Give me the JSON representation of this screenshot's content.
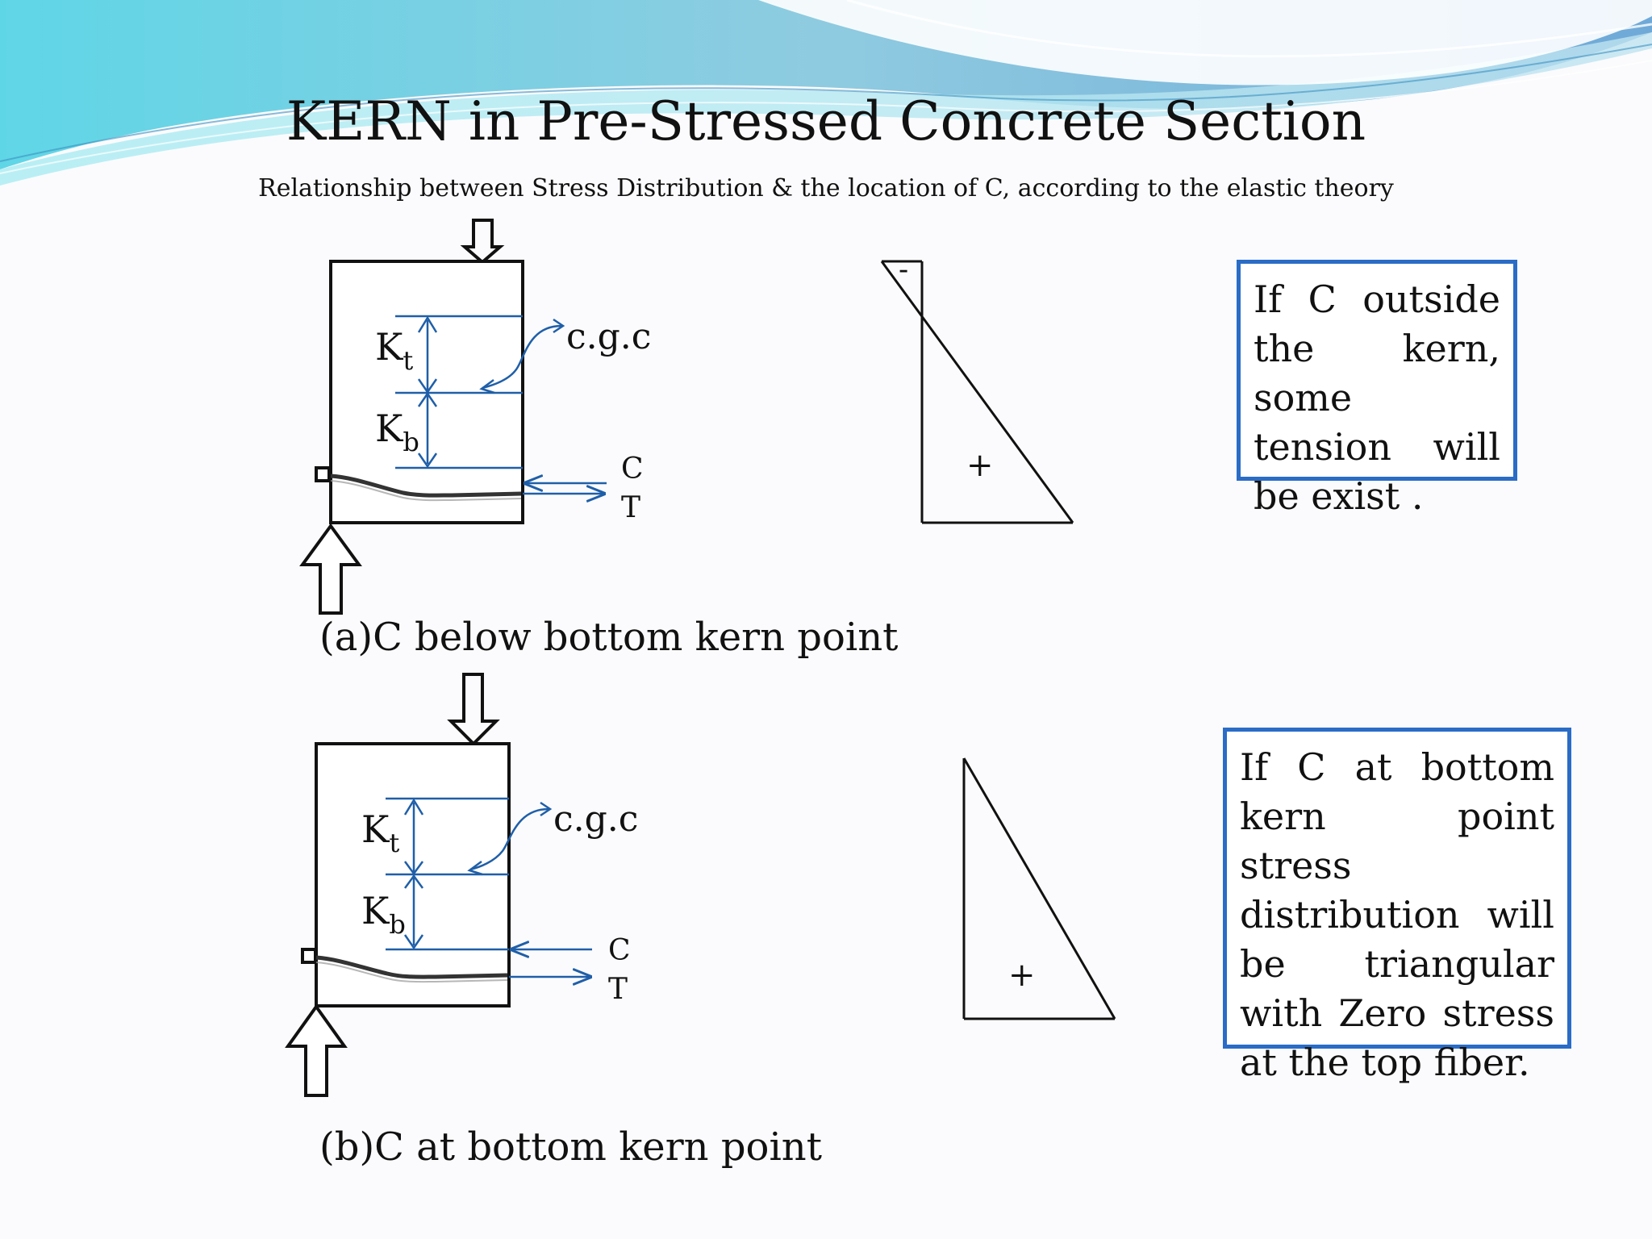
{
  "title": "KERN in Pre-Stressed Concrete Section",
  "subtitle": "Relationship between Stress Distribution & the location of C, according to the elastic theory",
  "colors": {
    "accent": "#1f5fa8",
    "box_border": "#2a6cc6",
    "ink": "#111111"
  },
  "diagram_a": {
    "label_kt": "K",
    "label_kt_sub": "t",
    "label_kb": "K",
    "label_kb_sub": "b",
    "label_cgc": "c.g.c",
    "label_c": "C",
    "label_t": "T",
    "stress_minus": "-",
    "stress_plus": "+",
    "caption": "(a)C  below bottom kern point",
    "note": "If   C outside the kern, some tension will be exist ."
  },
  "diagram_b": {
    "label_kt": "K",
    "label_kt_sub": "t",
    "label_kb": "K",
    "label_kb_sub": "b",
    "label_cgc": "c.g.c",
    "label_c": "C",
    "label_t": "T",
    "stress_plus": "+",
    "caption": "(b)C  at bottom kern point",
    "note": "If C at bottom kern point stress distribution will be triangular with Zero stress at the top fiber."
  }
}
